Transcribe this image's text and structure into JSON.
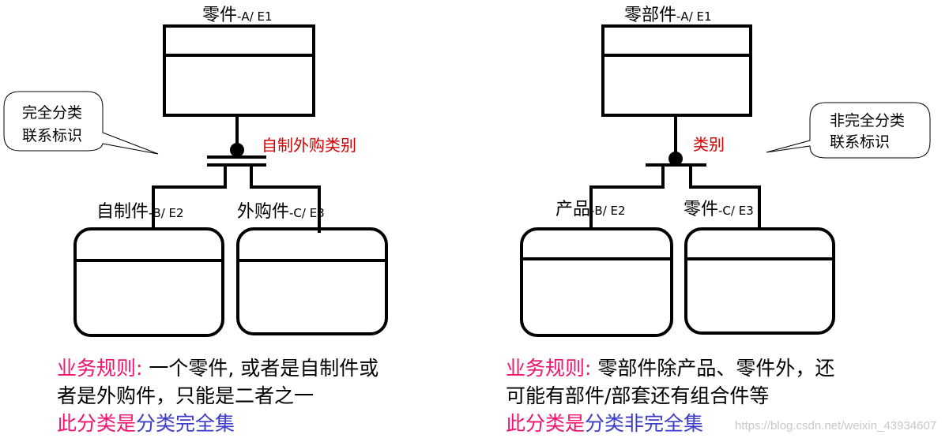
{
  "left": {
    "parent_title": "零件",
    "parent_suffix": "-A/ E1",
    "category_label": "自制外购类别",
    "callout": [
      "完全分类",
      "联系标识"
    ],
    "child1_title": "自制件",
    "child1_suffix": "-B/ E2",
    "child2_title": "外购件",
    "child2_suffix": "-C/ E3",
    "rule_label": "业务规则:",
    "rule_line1": " 一个零件, 或者是自制件或",
    "rule_line2": "者是外购件，只能是二者之一",
    "conclusion_prefix": "此分类是",
    "conclusion": "分类完全集"
  },
  "right": {
    "parent_title": "零部件",
    "parent_suffix": "-A/ E1",
    "category_label": "类别",
    "callout": [
      "非完全分类",
      "联系标识"
    ],
    "child1_title": "产品",
    "child1_suffix": "-B/ E2",
    "child2_title": "零件",
    "child2_suffix": "-C/ E3",
    "rule_label": "业务规则:",
    "rule_line1": " 零部件除产品、零件外，还",
    "rule_line2": "可能有部件/部套还有组合件等",
    "conclusion_prefix": "此分类是",
    "conclusion": "分类非完全集"
  },
  "watermark": "https://blog.csdn.net/weixin_43934607"
}
